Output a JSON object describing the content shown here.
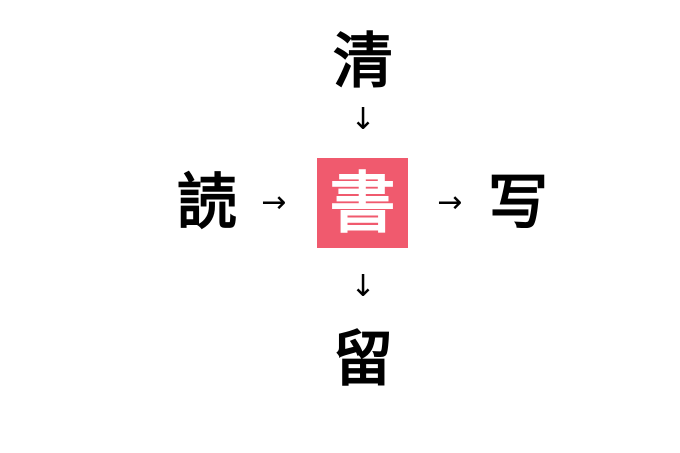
{
  "puzzle": {
    "top": "清",
    "left": "読",
    "right": "写",
    "bottom": "留",
    "center": "書",
    "center_color": "#f05a6e",
    "arrow_down": "↓",
    "arrow_right": "→"
  }
}
